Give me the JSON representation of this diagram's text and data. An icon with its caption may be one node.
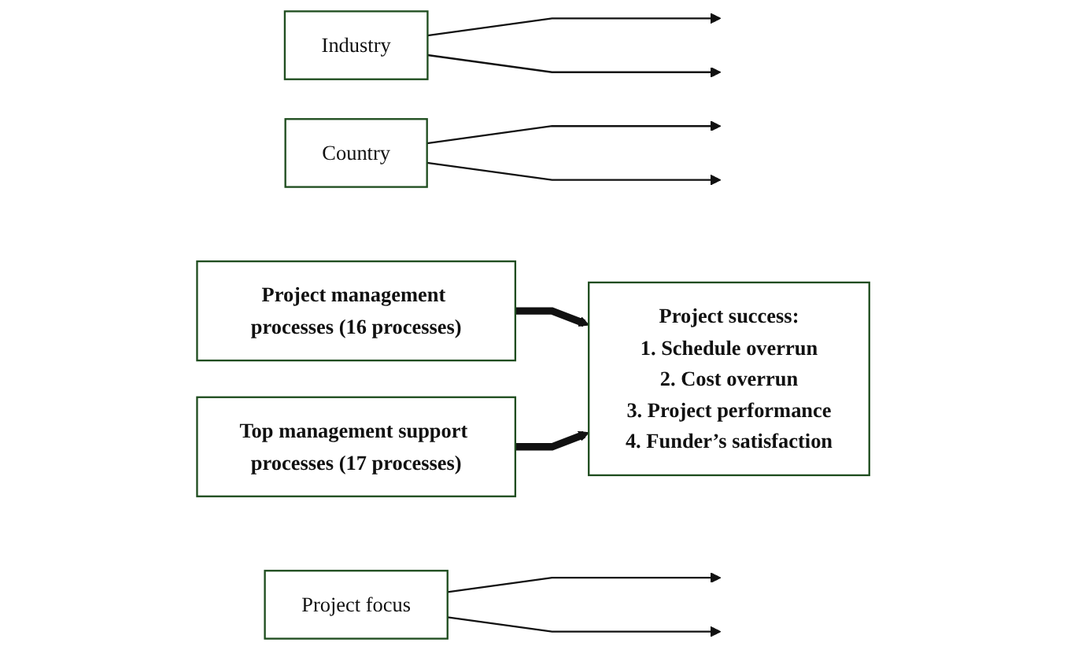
{
  "diagram": {
    "nodes": [
      {
        "text": [
          "Industry"
        ]
      },
      {
        "text": [
          "Country"
        ]
      },
      {
        "text": [
          "Project management processes (16 processes)"
        ]
      },
      {
        "text": [
          "Project success:",
          "1. Schedule overrun",
          "2. Cost overrun",
          "3. Project performance",
          "4. Funder’s satisfaction"
        ]
      },
      {
        "text": [
          "Top management support processes (17 processes)"
        ]
      },
      {
        "text": [
          "Project focus"
        ]
      }
    ],
    "edges": [
      {
        "from": 2,
        "to": 3,
        "arrow": "to",
        "style": "thick"
      },
      {
        "from": 4,
        "to": 3,
        "arrow": "to",
        "style": "thick"
      },
      {
        "from": 0,
        "to": null,
        "arrow": "to"
      },
      {
        "from": 0,
        "to": null,
        "arrow": "to"
      },
      {
        "from": 1,
        "to": null,
        "arrow": "to"
      },
      {
        "from": 1,
        "to": null,
        "arrow": "to"
      },
      {
        "from": 5,
        "to": null,
        "arrow": "to"
      },
      {
        "from": 5,
        "to": null,
        "arrow": "to"
      }
    ]
  }
}
